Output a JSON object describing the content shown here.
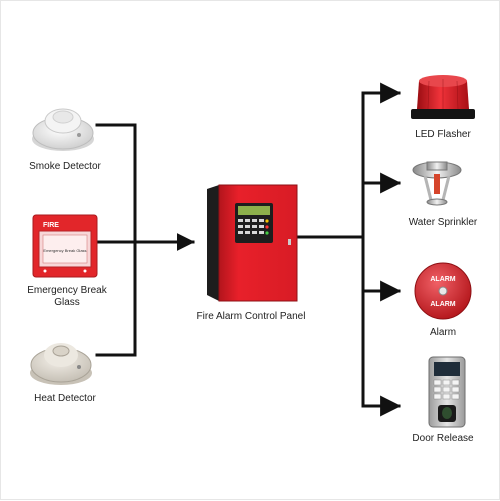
{
  "inputs": {
    "smoke_detector": {
      "label": "Smoke Detector",
      "icon": "smoke-detector-icon"
    },
    "break_glass": {
      "label": "Emergency Break Glass",
      "icon": "break-glass-icon",
      "sign_text": "FIRE",
      "small_text": "Emergency Break Glass"
    },
    "heat_detector": {
      "label": "Heat Detector",
      "icon": "heat-detector-icon"
    }
  },
  "panel": {
    "label": "Fire Alarm Control Panel",
    "icon": "control-panel-icon"
  },
  "outputs": {
    "led_flasher": {
      "label": "LED Flasher",
      "icon": "led-flasher-icon"
    },
    "water_sprinkler": {
      "label": "Water Sprinkler",
      "icon": "water-sprinkler-icon"
    },
    "alarm": {
      "label": "Alarm",
      "icon": "alarm-bell-icon",
      "bell_text_top": "ALARM",
      "bell_text_bottom": "ALARM"
    },
    "door_release": {
      "label": "Door Release",
      "icon": "door-release-icon"
    }
  },
  "colors": {
    "wire": "#111111",
    "panel_red": "#e8202a",
    "flasher_red": "#d4141b",
    "bell_red": "#d9262c"
  }
}
